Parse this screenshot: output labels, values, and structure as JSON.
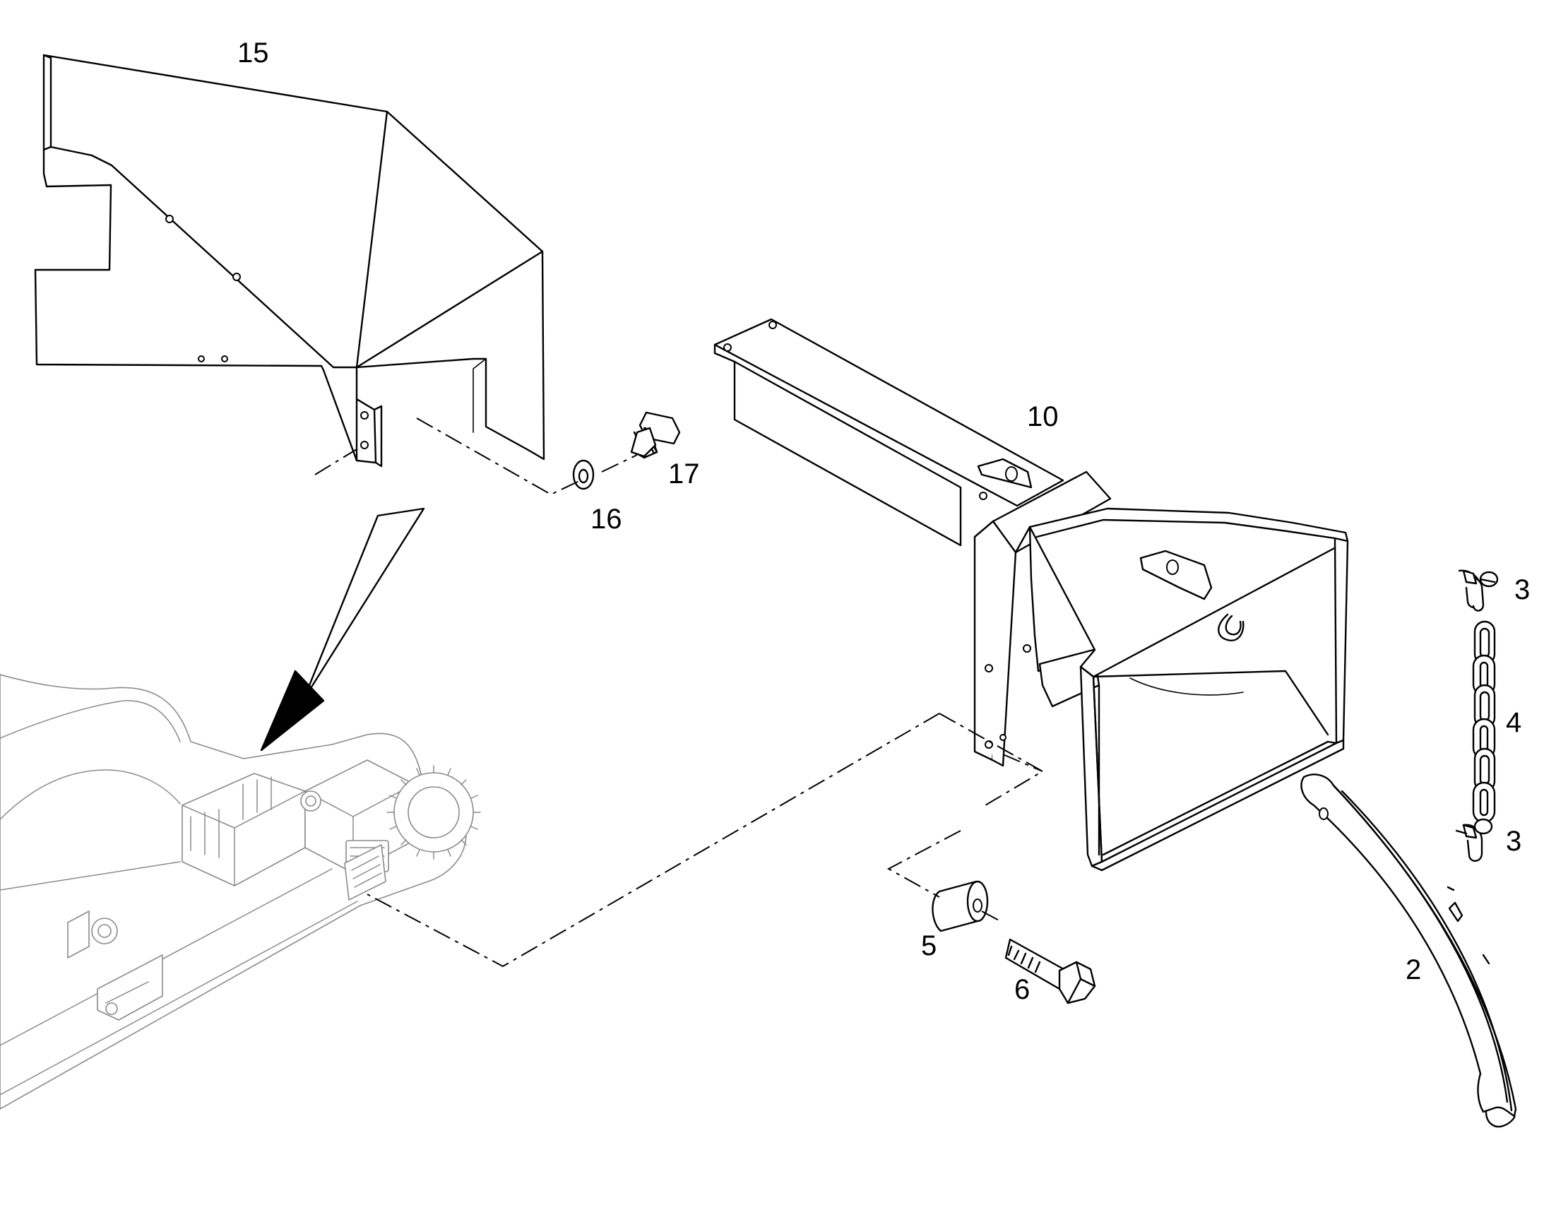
{
  "diagram": {
    "type": "exploded-parts-view",
    "callouts": {
      "c15": "15",
      "c10": "10",
      "c17": "17",
      "c16": "16",
      "c3a": "3",
      "c4": "4",
      "c3b": "3",
      "c2": "2",
      "c5": "5",
      "c6": "6"
    },
    "colors": {
      "line": "#000000",
      "assembly_line": "#8a8a8a",
      "background": "#ffffff"
    }
  }
}
